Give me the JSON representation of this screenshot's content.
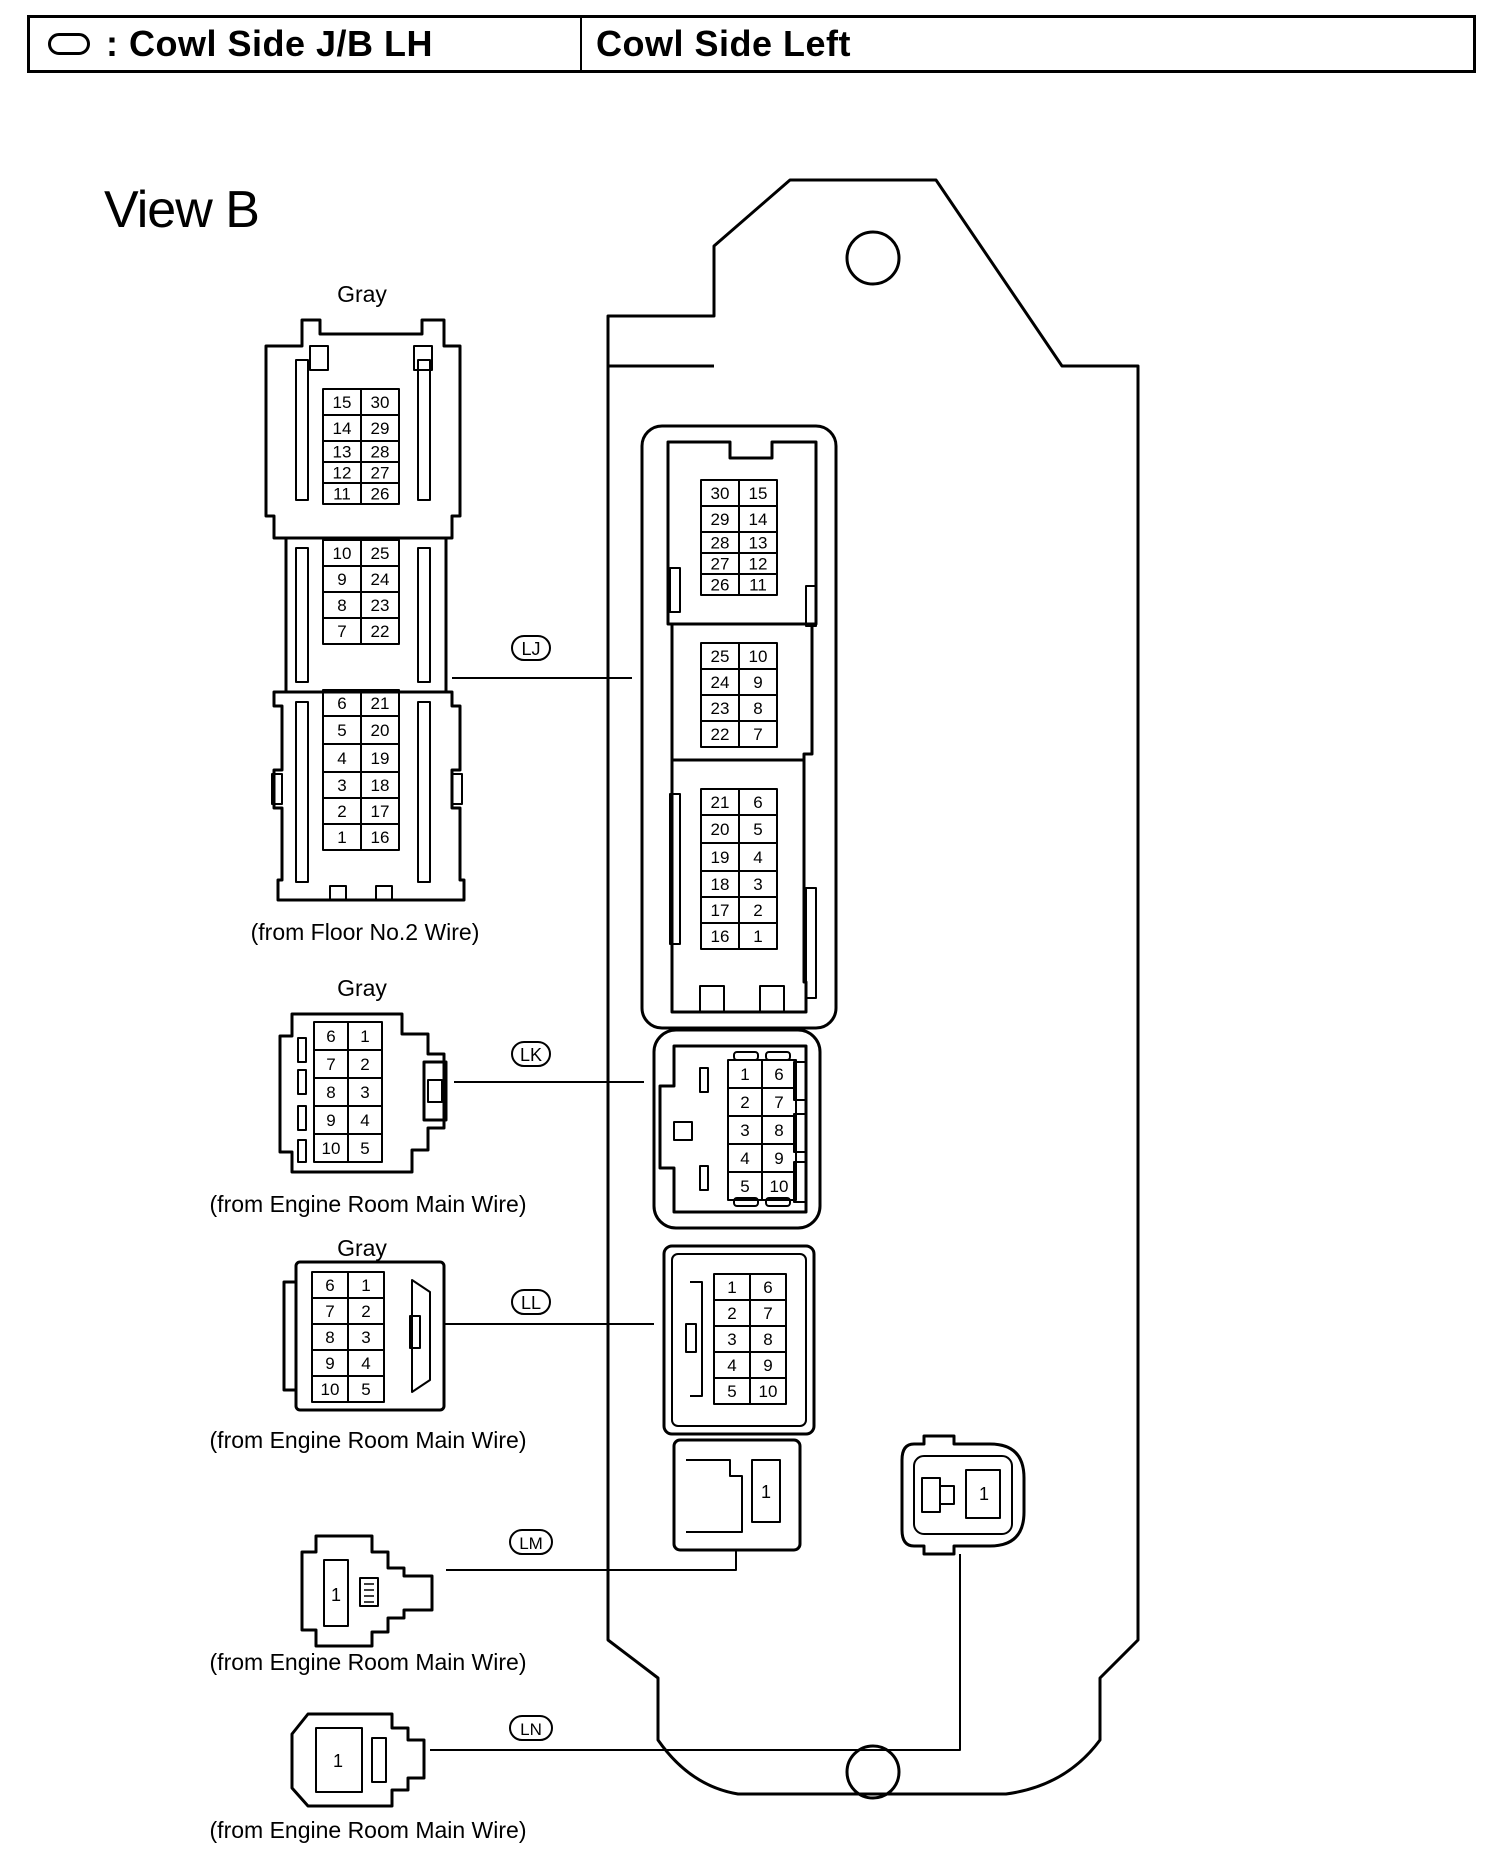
{
  "header": {
    "symbol_icon": "rounded-rect-location-symbol",
    "left_title": ": Cowl Side J/B LH",
    "right_title": "Cowl Side Left"
  },
  "view_title": "View B",
  "connectors": {
    "LJ": {
      "code": "LJ",
      "color": "Gray",
      "source": "(from Floor No.2 Wire)",
      "harness_pins": [
        [
          "15",
          "30"
        ],
        [
          "14",
          "29"
        ],
        [
          "13",
          "28"
        ],
        [
          "12",
          "27"
        ],
        [
          "11",
          "26"
        ],
        [
          "10",
          "25"
        ],
        [
          "9",
          "24"
        ],
        [
          "8",
          "23"
        ],
        [
          "7",
          "22"
        ],
        [
          "6",
          "21"
        ],
        [
          "5",
          "20"
        ],
        [
          "4",
          "19"
        ],
        [
          "3",
          "18"
        ],
        [
          "2",
          "17"
        ],
        [
          "1",
          "16"
        ]
      ],
      "jb_pins": [
        [
          "30",
          "15"
        ],
        [
          "29",
          "14"
        ],
        [
          "28",
          "13"
        ],
        [
          "27",
          "12"
        ],
        [
          "26",
          "11"
        ],
        [
          "25",
          "10"
        ],
        [
          "24",
          "9"
        ],
        [
          "23",
          "8"
        ],
        [
          "22",
          "7"
        ],
        [
          "21",
          "6"
        ],
        [
          "20",
          "5"
        ],
        [
          "19",
          "4"
        ],
        [
          "18",
          "3"
        ],
        [
          "17",
          "2"
        ],
        [
          "16",
          "1"
        ]
      ]
    },
    "LK": {
      "code": "LK",
      "color": "Gray",
      "source": "(from Engine Room Main Wire)",
      "harness_pins": [
        [
          "6",
          "1"
        ],
        [
          "7",
          "2"
        ],
        [
          "8",
          "3"
        ],
        [
          "9",
          "4"
        ],
        [
          "10",
          "5"
        ]
      ],
      "jb_pins": [
        [
          "1",
          "6"
        ],
        [
          "2",
          "7"
        ],
        [
          "3",
          "8"
        ],
        [
          "4",
          "9"
        ],
        [
          "5",
          "10"
        ]
      ]
    },
    "LL": {
      "code": "LL",
      "color": "Gray",
      "source": "(from Engine Room Main Wire)",
      "harness_pins": [
        [
          "6",
          "1"
        ],
        [
          "7",
          "2"
        ],
        [
          "8",
          "3"
        ],
        [
          "9",
          "4"
        ],
        [
          "10",
          "5"
        ]
      ],
      "jb_pins": [
        [
          "1",
          "6"
        ],
        [
          "2",
          "7"
        ],
        [
          "3",
          "8"
        ],
        [
          "4",
          "9"
        ],
        [
          "5",
          "10"
        ]
      ]
    },
    "LM": {
      "code": "LM",
      "source": "(from Engine Room Main Wire)",
      "harness_pin": "1",
      "jb_pin": "1"
    },
    "LN": {
      "code": "LN",
      "source": "(from Engine Room Main Wire)",
      "harness_pin": "1",
      "jb_pin": "1"
    }
  }
}
